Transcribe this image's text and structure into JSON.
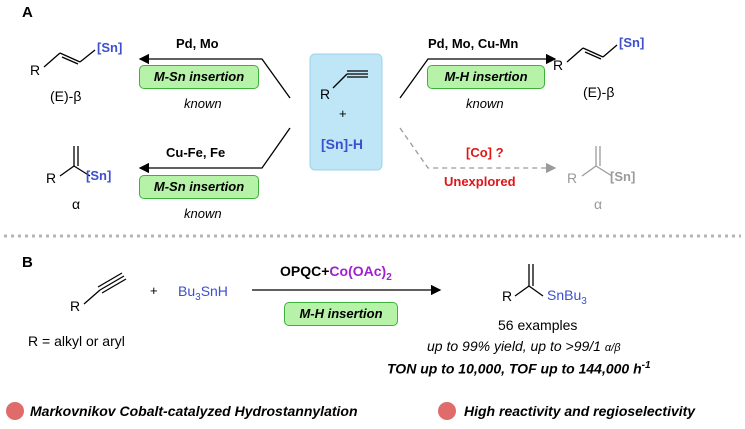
{
  "section_a": {
    "label": "A",
    "top_left": {
      "conditions": "Pd, Mo",
      "badge": "M-Sn insertion",
      "note": "known",
      "product_R": "R",
      "product_Sn": "[Sn]",
      "product_label": "(E)-β"
    },
    "bottom_left": {
      "conditions": "Cu-Fe, Fe",
      "badge": "M-Sn insertion",
      "note": "known",
      "product_R": "R",
      "product_Sn": "[Sn]",
      "product_label": "α"
    },
    "center": {
      "R": "R",
      "plus": "+",
      "tin_hydride": "[Sn]-H"
    },
    "top_right": {
      "conditions": "Pd, Mo, Cu-Mn",
      "badge": "M-H insertion",
      "note": "known",
      "product_R": "R",
      "product_Sn": "[Sn]",
      "product_label": "(E)-β"
    },
    "bottom_right": {
      "conditions": "[Co] ?",
      "note": "Unexplored",
      "product_R": "R",
      "product_Sn": "[Sn]",
      "product_label": "α"
    }
  },
  "section_b": {
    "label": "B",
    "alkyne_R": "R",
    "plus": "+",
    "reagent": "Bu3SnH",
    "reagent_main": "Bu",
    "reagent_sub": "3",
    "reagent_end": "SnH",
    "cond_main": "OPQC+",
    "cond_co": "Co(OAc)",
    "cond_co_sub": "2",
    "badge": "M-H insertion",
    "r_definition": "R = alkyl or aryl",
    "product_R": "R",
    "product_sn_main": "SnBu",
    "product_sn_sub": "3",
    "examples": "56 examples",
    "yield_text": "up to 99% yield, up to >99/1",
    "ratio": "α/β",
    "ton_text": "TON up to 10,000, TOF up to 144,000 h",
    "ton_sup": "-1"
  },
  "footer": {
    "bullet1": "Markovnikov Cobalt-catalyzed Hydrostannylation",
    "bullet2": "High reactivity and regioselectivity"
  },
  "colors": {
    "tin_blue": "#3b4fcf",
    "badge_green": "#b6f2a8",
    "badge_border": "#3bb33b",
    "center_box": "#bfe6f7",
    "unexplored_red": "#e01515",
    "cobalt_purple": "#a020d0",
    "bullet_red": "#e06b6b",
    "grey": "#9a9a9a"
  }
}
